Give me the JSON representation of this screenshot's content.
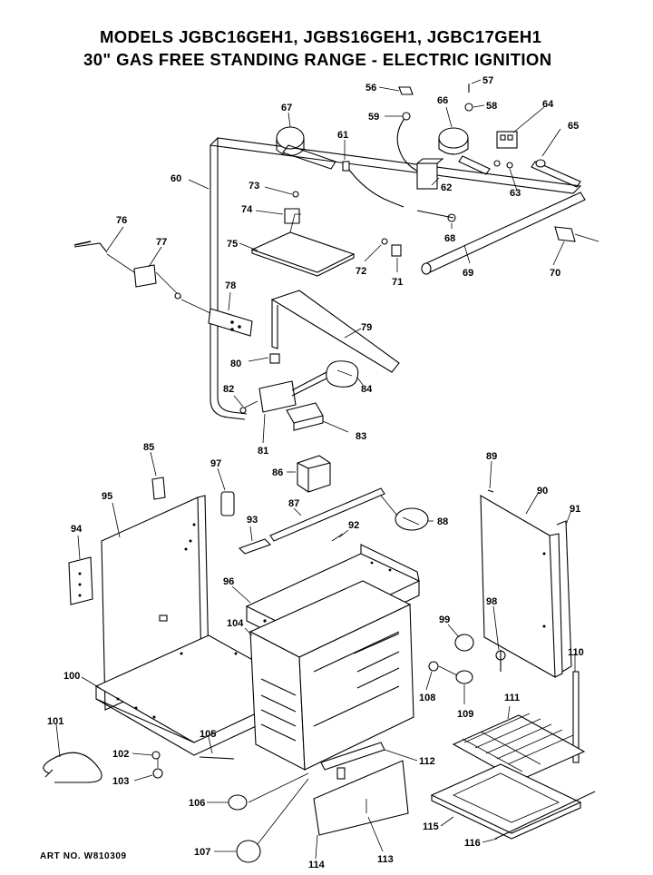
{
  "header": {
    "line1": "MODELS JGBC16GEH1, JGBS16GEH1, JGBC17GEH1",
    "line2": "30\" GAS FREE STANDING RANGE - ELECTRIC IGNITION"
  },
  "footer": {
    "art_no": "ART NO. W810309"
  },
  "part_numbers": [
    "56",
    "57",
    "58",
    "59",
    "64",
    "65",
    "66",
    "67",
    "61",
    "62",
    "63",
    "60",
    "73",
    "74",
    "68",
    "75",
    "72",
    "71",
    "69",
    "70",
    "76",
    "77",
    "78",
    "79",
    "80",
    "82",
    "84",
    "81",
    "83",
    "85",
    "97",
    "86",
    "89",
    "90",
    "91",
    "95",
    "93",
    "87",
    "92",
    "88",
    "94",
    "96",
    "104",
    "99",
    "98",
    "110",
    "100",
    "101",
    "102",
    "103",
    "105",
    "106",
    "107",
    "108",
    "109",
    "111",
    "112",
    "114",
    "113",
    "115",
    "116"
  ]
}
